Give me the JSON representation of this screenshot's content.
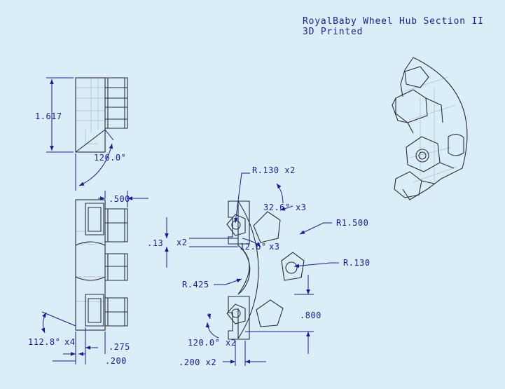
{
  "title": {
    "line1": "RoyalBaby Wheel Hub Section II",
    "line2": "3D Printed"
  },
  "dimensions": {
    "side_height": "1.617",
    "side_angle": "126.0°",
    "width_500": ".500",
    "angle_1128": "112.8°",
    "x4": "x4",
    "dim_275": ".275",
    "dim_200_bottom": ".200",
    "dim_13": ".13",
    "x2_left": "x2",
    "r130_x2": "R.130 x2",
    "angle_326": "32.6°",
    "x3_top": "x3",
    "angle_126_front": "12.6°",
    "x3_mid": "x3",
    "r1500": "R1.500",
    "r130": "R.130",
    "r425": "R.425",
    "dim_800": ".800",
    "angle_120": "120.0°",
    "x2_angle": "x2",
    "dim_200_x2": ".200 x2"
  },
  "colors": {
    "background": "#daeef8",
    "annotation": "#1a1aa0",
    "geometry": "#2b2b3a"
  }
}
